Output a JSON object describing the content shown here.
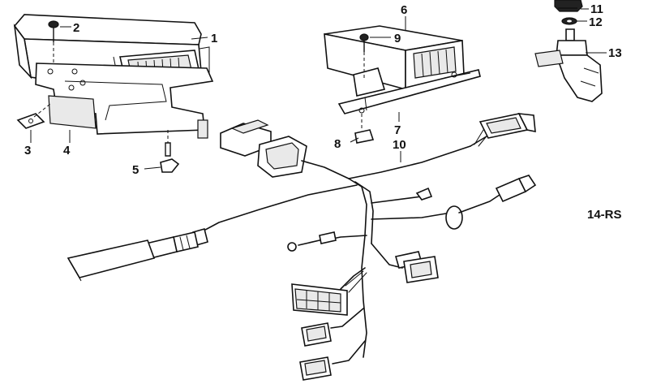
{
  "callouts": {
    "c1": "1",
    "c2": "2",
    "c3": "3",
    "c4": "4",
    "c5": "5",
    "c6": "6",
    "c7": "7",
    "c8": "8",
    "c9": "9",
    "c10": "10",
    "c11": "11",
    "c12": "12",
    "c13": "13"
  },
  "diagram_code": "14-RS"
}
